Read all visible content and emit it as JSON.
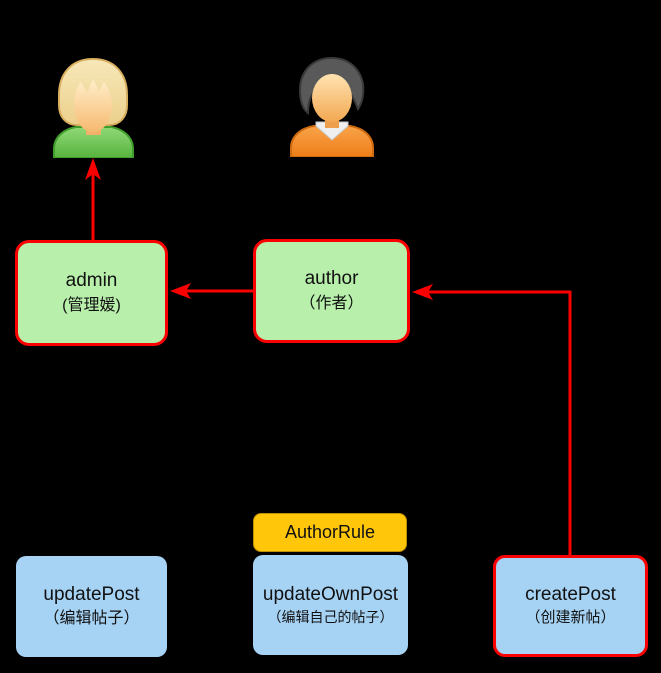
{
  "colors": {
    "background": "#000000",
    "role_fill": "#b8f0ab",
    "role_border": "#fb0000",
    "permission_fill": "#a6d2f4",
    "rule_fill": "#ffc60a",
    "arrow": "#fb0000",
    "text": "#111111"
  },
  "nodes": {
    "admin": {
      "label": "admin",
      "sublabel": "(管理媛)",
      "type": "role"
    },
    "author": {
      "label": "author",
      "sublabel": "（作者）",
      "type": "role"
    },
    "author_rule": {
      "label": "AuthorRule",
      "type": "rule"
    },
    "update_post": {
      "label": "updatePost",
      "sublabel": "（编辑帖子）",
      "type": "permission"
    },
    "update_own_post": {
      "label": "updateOwnPost",
      "sublabel": "（编辑自己的帖子）",
      "type": "permission"
    },
    "create_post": {
      "label": "createPost",
      "sublabel": "（创建新帖）",
      "type": "permission"
    }
  },
  "actors": {
    "admin_user": {
      "icon": "female-user-icon"
    },
    "author_user": {
      "icon": "male-user-icon"
    }
  },
  "edges": [
    {
      "from": "admin",
      "to": "female-user",
      "style": "red-arrow-up"
    },
    {
      "from": "author",
      "to": "admin",
      "style": "red-arrow-left"
    },
    {
      "from": "createPost",
      "to": "author",
      "style": "red-arrow-elbow"
    }
  ]
}
